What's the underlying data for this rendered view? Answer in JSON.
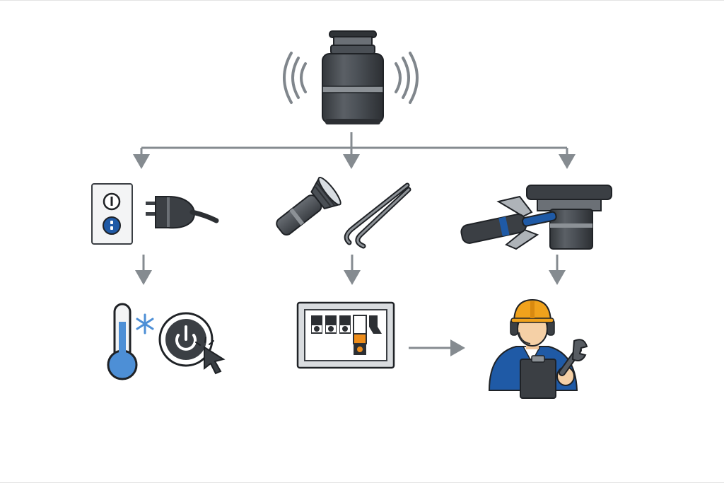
{
  "diagram": {
    "nodes": [
      {
        "id": "disposal",
        "icon": "garbage-disposal-humming-icon"
      },
      {
        "id": "power",
        "icons": [
          "wall-outlet-icon",
          "power-plug-icon"
        ]
      },
      {
        "id": "inspect",
        "icons": [
          "flashlight-icon",
          "tongs-icon"
        ]
      },
      {
        "id": "unjam",
        "icons": [
          "hex-key-wrench-icon",
          "disposal-unit-icon"
        ]
      },
      {
        "id": "reset",
        "icons": [
          "thermometer-cold-icon",
          "snowflake-icon",
          "reset-button-icon",
          "cursor-pointer-icon"
        ]
      },
      {
        "id": "breaker",
        "icon": "breaker-panel-icon"
      },
      {
        "id": "technician",
        "icons": [
          "technician-with-clipboard-icon",
          "wrench-icon"
        ]
      }
    ],
    "edges": [
      {
        "from": "disposal",
        "to": "power"
      },
      {
        "from": "disposal",
        "to": "inspect"
      },
      {
        "from": "disposal",
        "to": "unjam"
      },
      {
        "from": "power",
        "to": "reset"
      },
      {
        "from": "inspect",
        "to": "breaker"
      },
      {
        "from": "unjam",
        "to": "technician"
      },
      {
        "from": "breaker",
        "to": "technician"
      }
    ]
  },
  "colors": {
    "arrow": "#858b90",
    "metal_dark": "#3b3f44",
    "metal_mid": "#575c62",
    "metal_light": "#8c9196",
    "accent_blue": "#1f5aa6",
    "light_blue": "#4d8fd6",
    "hard_hat": "#f0a21c",
    "breaker_orange": "#ee8d1a",
    "outline": "#1f2226"
  }
}
